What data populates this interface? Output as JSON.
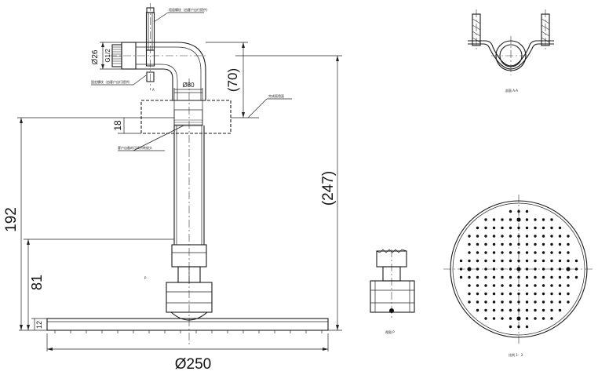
{
  "dimensions": {
    "d26": "Ø26",
    "g12": "G1/2",
    "d70": "(70)",
    "d80": "Ø80",
    "d18": "18",
    "d192": "192",
    "d247": "(247)",
    "d81": "81",
    "d12": "12",
    "d250": "Ø250"
  },
  "notes": {
    "top": "墙面螺纹（由客户自行提供）",
    "left": "固定螺纹（由客户自行提供）",
    "right": "完成面墙面",
    "middle": "客户自备的可调节转接头",
    "p_mark": "P",
    "a_mark": "A",
    "section_caption": "剖面 A-A",
    "view_caption": "视图 P",
    "scale_caption": "比例 1：2"
  }
}
